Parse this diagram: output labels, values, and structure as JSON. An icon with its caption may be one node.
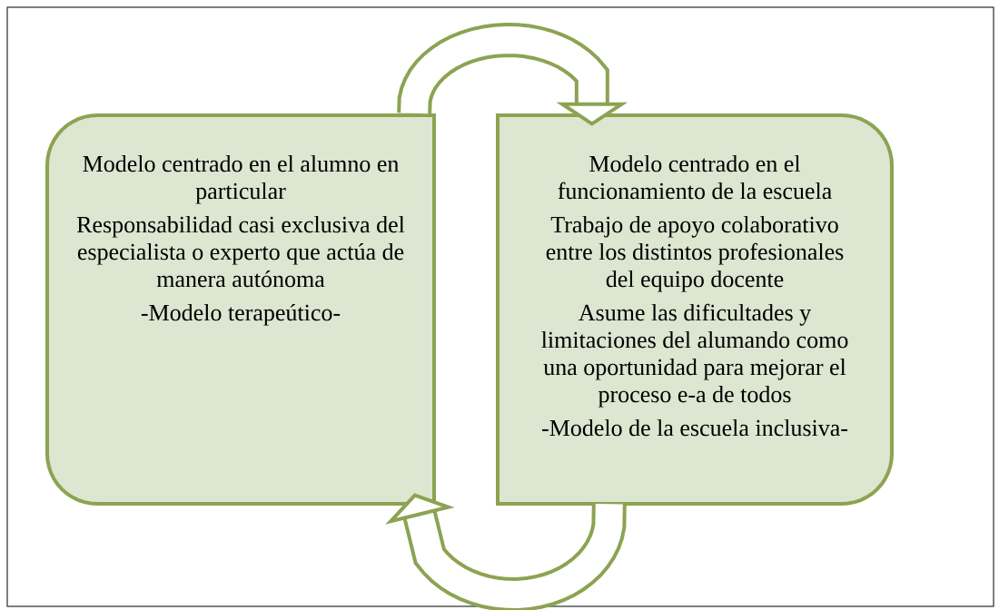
{
  "diagram": {
    "nodes": [
      {
        "text": [
          "Modelo centrado en el alumno en particular",
          "Responsabilidad casi exclusiva del especialista o experto que actúa de manera autónoma",
          "-Modelo terapeútico-"
        ]
      },
      {
        "text": [
          "Modelo centrado en el funcionamiento de la escuela",
          "Trabajo de apoyo colaborativo entre los distintos profesionales del equipo docente",
          "Asume las dificultades y limitaciones del alumando como una oportunidad para mejorar el proceso e-a de todos",
          "-Modelo de la escuela inclusiva-"
        ]
      }
    ],
    "edges": [
      {
        "from": 0,
        "to": 1,
        "arrow": "to"
      },
      {
        "from": 1,
        "to": 0,
        "arrow": "to"
      }
    ]
  }
}
